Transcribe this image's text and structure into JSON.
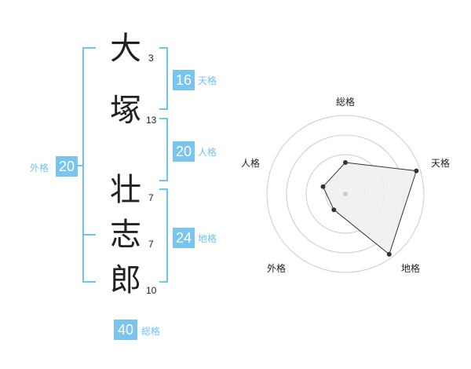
{
  "colors": {
    "accent": "#6ec3ef",
    "accent_badge": "#79c5f0",
    "text": "#222222",
    "grid": "#cccccc"
  },
  "name_characters": [
    {
      "char": "大",
      "strokes": "3"
    },
    {
      "char": "塚",
      "strokes": "13"
    },
    {
      "char": "壮",
      "strokes": "7"
    },
    {
      "char": "志",
      "strokes": "7"
    },
    {
      "char": "郎",
      "strokes": "10"
    }
  ],
  "fortunes": {
    "tenkaku": {
      "value": "16",
      "label": "天格"
    },
    "jinkaku": {
      "value": "20",
      "label": "人格"
    },
    "chikaku": {
      "value": "24",
      "label": "地格"
    },
    "gaikaku": {
      "value": "20",
      "label": "外格"
    },
    "soukaku": {
      "value": "40",
      "label": "総格"
    }
  },
  "chart_data": {
    "type": "radar",
    "axes": [
      "総格",
      "天格",
      "地格",
      "外格",
      "人格"
    ],
    "values": [
      0.4,
      0.95,
      0.95,
      0.25,
      0.3
    ],
    "rings": 4
  }
}
